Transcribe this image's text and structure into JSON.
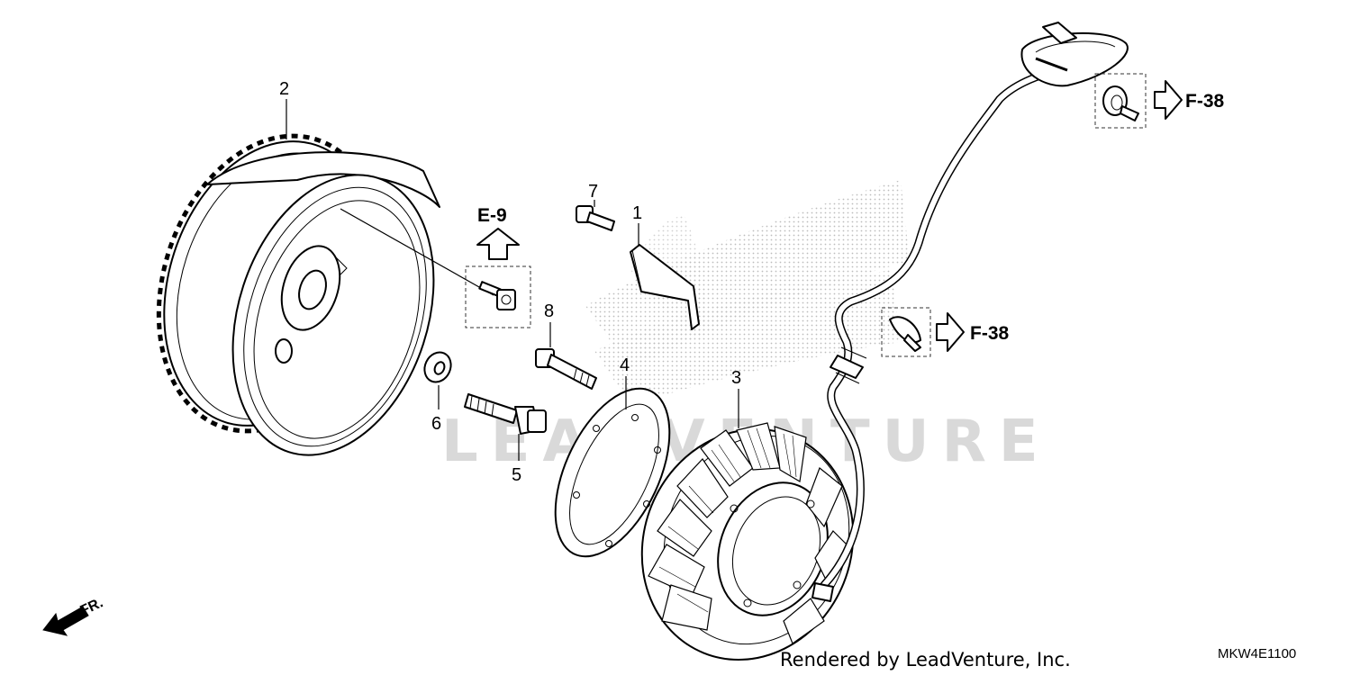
{
  "diagram": {
    "callouts": [
      {
        "id": "1",
        "label": "1"
      },
      {
        "id": "2",
        "label": "2"
      },
      {
        "id": "3",
        "label": "3"
      },
      {
        "id": "4",
        "label": "4"
      },
      {
        "id": "5",
        "label": "5"
      },
      {
        "id": "6",
        "label": "6"
      },
      {
        "id": "7",
        "label": "7"
      },
      {
        "id": "8",
        "label": "8"
      }
    ],
    "references": {
      "e9": "E-9",
      "f38_top": "F-38",
      "f38_mid": "F-38"
    },
    "direction_label": "FR.",
    "watermark": "LEADVENTURE",
    "credit": "Rendered by LeadVenture, Inc.",
    "diagram_code": "MKW4E1100"
  }
}
